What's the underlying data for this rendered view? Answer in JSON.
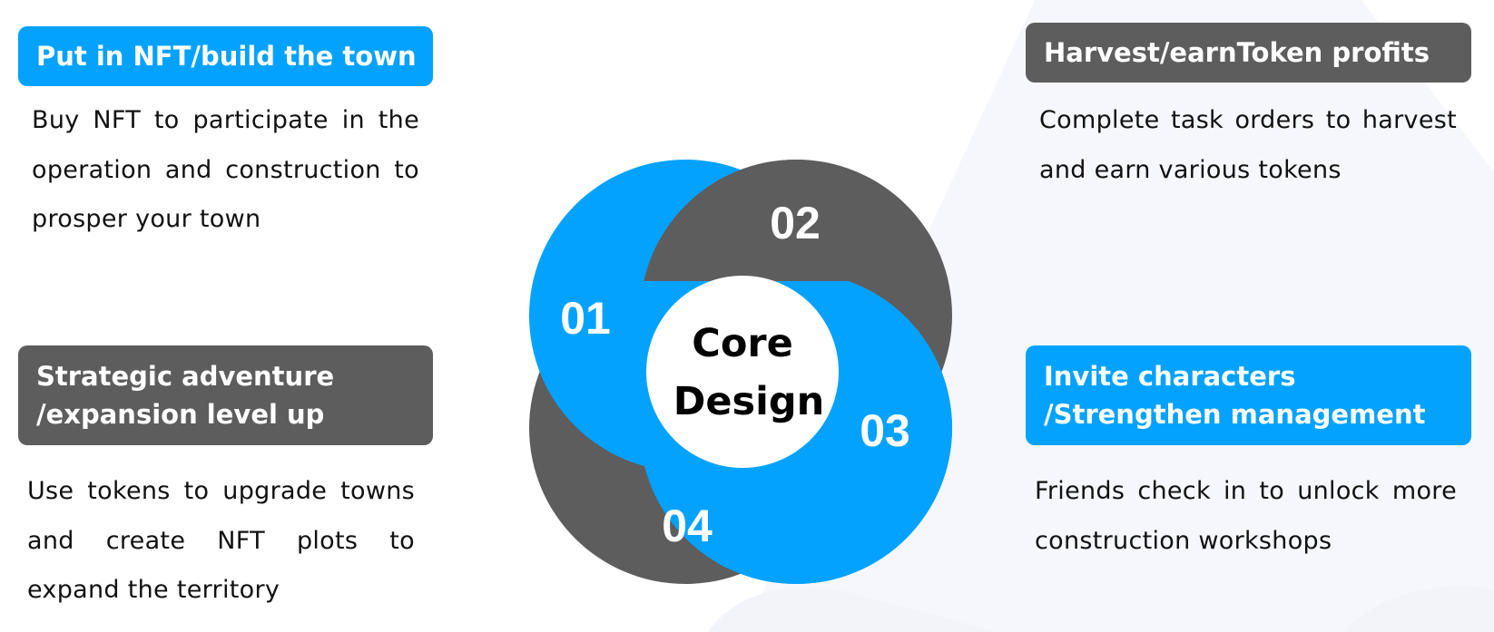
{
  "colors": {
    "blue": "#03a2fe",
    "gray": "#5d5d5d",
    "background_shape": "#f6f7fc"
  },
  "steps": [
    {
      "number": "01",
      "title": "Put in NFT/build the town",
      "description": "Buy NFT to participate in the operation and construction to prosper your town",
      "color": "#03a2fe"
    },
    {
      "number": "02",
      "title": "Harvest/earnToken profits",
      "description": "Complete task orders to harvest and earn various tokens",
      "color": "#5d5d5d"
    },
    {
      "number": "03",
      "title": "Invite characters\n/Strengthen management",
      "description": "Friends check in to unlock more construction workshops",
      "color": "#03a2fe"
    },
    {
      "number": "04",
      "title": "Strategic adventure\n/expansion level up",
      "description": "Use tokens to upgrade towns and create NFT plots to expand the territory",
      "color": "#5d5d5d"
    }
  ],
  "center": {
    "line1": "Core",
    "line2": "Design"
  }
}
